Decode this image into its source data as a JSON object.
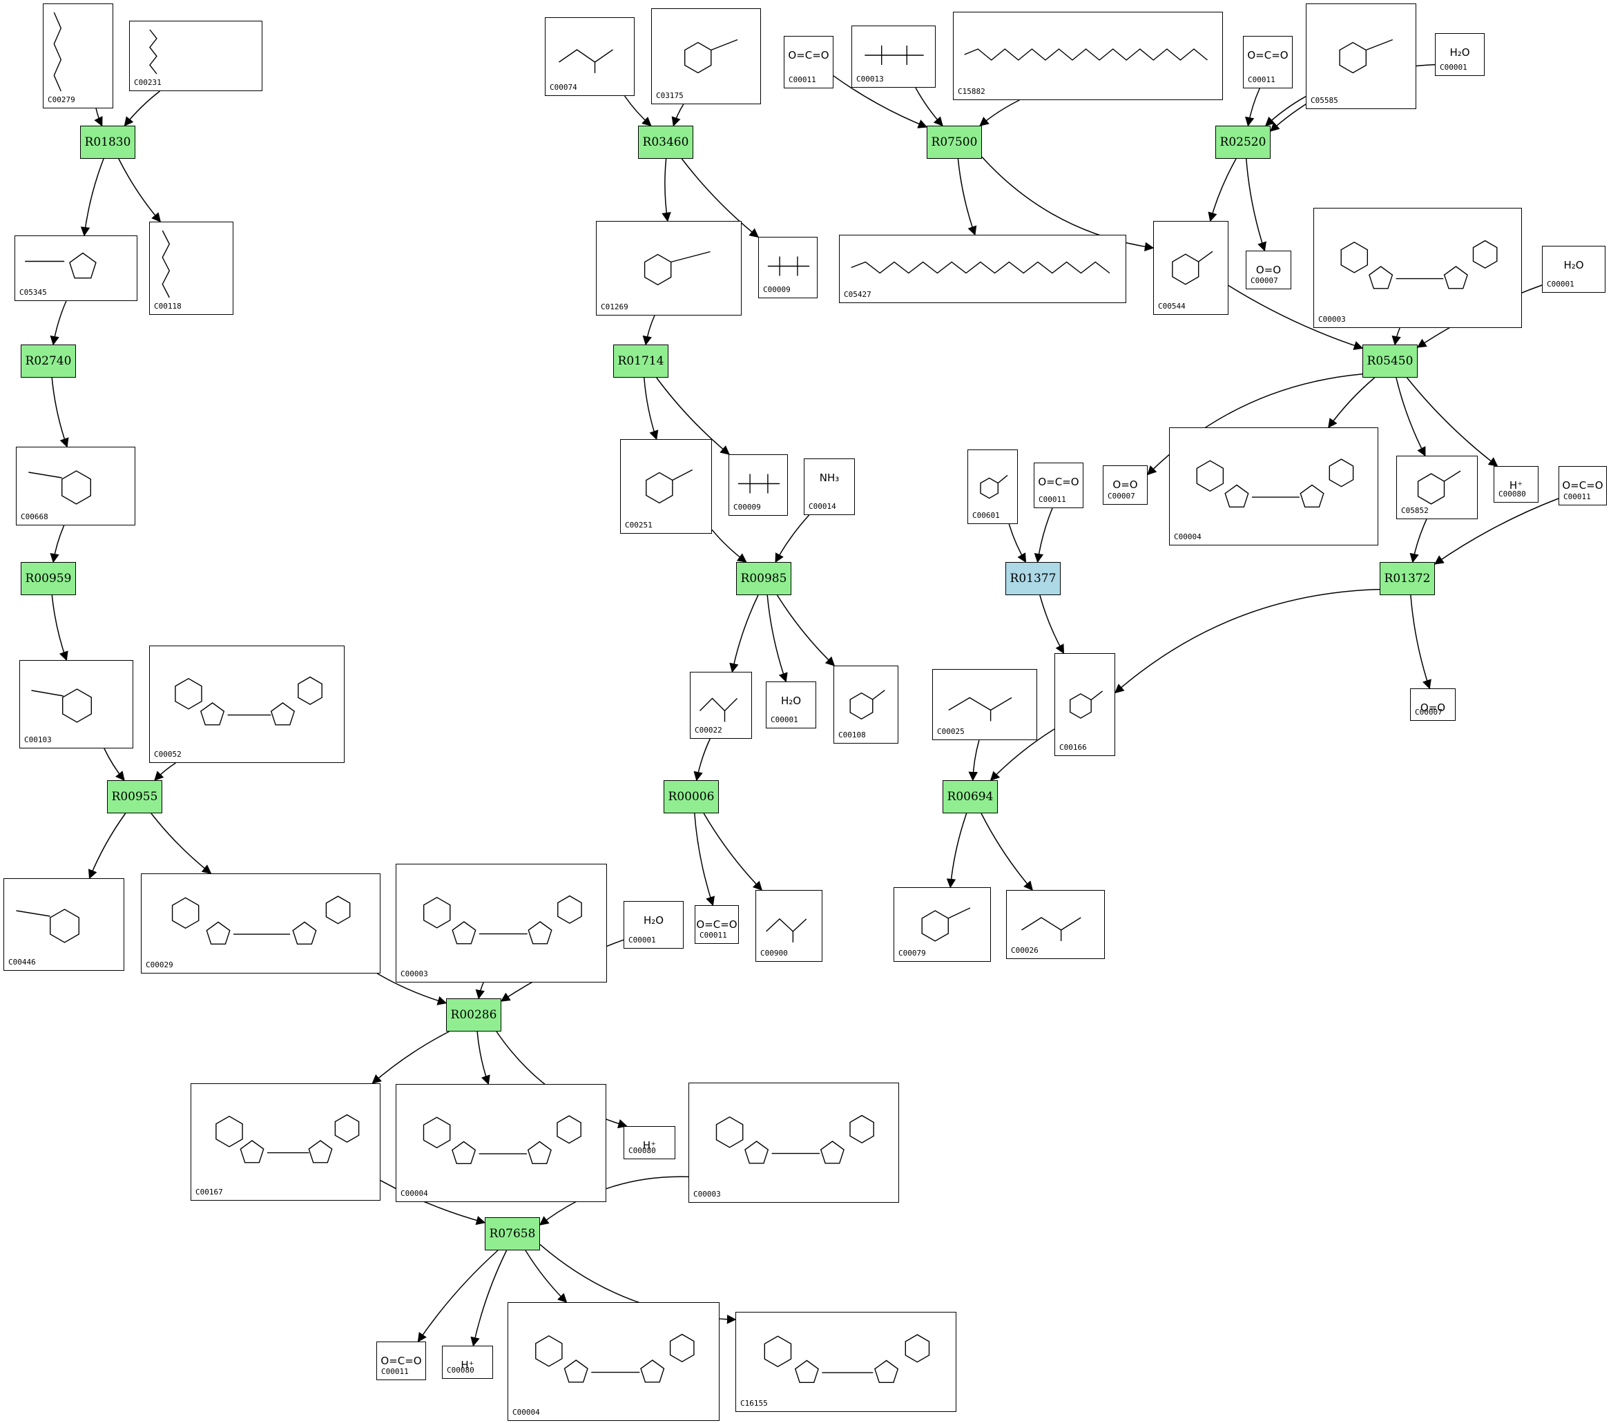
{
  "colors": {
    "reaction_fill": "#90ee90",
    "highlight_fill": "#add8e6",
    "stroke": "#000000"
  },
  "reactions": [
    {
      "id": "R01830"
    },
    {
      "id": "R02740"
    },
    {
      "id": "R00959"
    },
    {
      "id": "R00955"
    },
    {
      "id": "R03460"
    },
    {
      "id": "R01714"
    },
    {
      "id": "R00985"
    },
    {
      "id": "R00006"
    },
    {
      "id": "R00286"
    },
    {
      "id": "R07658"
    },
    {
      "id": "R07500"
    },
    {
      "id": "R02520"
    },
    {
      "id": "R05450"
    },
    {
      "id": "R01377",
      "highlight": true
    },
    {
      "id": "R01372"
    },
    {
      "id": "R00694"
    }
  ],
  "compounds": [
    {
      "key": "c00279",
      "label": "C00279",
      "icon": "sugar-phosphate-chain"
    },
    {
      "key": "c00231",
      "label": "C00231",
      "icon": "sugar-phosphate-chain"
    },
    {
      "key": "c05345",
      "label": "C05345",
      "icon": "furanose-phosphate"
    },
    {
      "key": "c00118",
      "label": "C00118",
      "icon": "glyceraldehyde-phosphate"
    },
    {
      "key": "c00668",
      "label": "C00668",
      "icon": "pyranose-phosphate"
    },
    {
      "key": "c00103",
      "label": "C00103",
      "icon": "pyranose-phosphate"
    },
    {
      "key": "c00052",
      "label": "C00052",
      "icon": "udp-sugar"
    },
    {
      "key": "c00446",
      "label": "C00446",
      "icon": "pyranose-phosphate"
    },
    {
      "key": "c00029",
      "label": "C00029",
      "icon": "udp-sugar"
    },
    {
      "key": "c00003_a",
      "label": "C00003",
      "icon": "nad"
    },
    {
      "key": "c00001_a",
      "label": "C00001",
      "formula": "H₂O"
    },
    {
      "key": "c00167",
      "label": "C00167",
      "icon": "udp-sugar"
    },
    {
      "key": "c00004_a",
      "label": "C00004",
      "icon": "nad"
    },
    {
      "key": "c00080_a",
      "label": "C00080",
      "formula": "H⁺"
    },
    {
      "key": "c00003_b",
      "label": "C00003",
      "icon": "nad"
    },
    {
      "key": "c00011_a",
      "label": "C00011",
      "formula": "O=C=O"
    },
    {
      "key": "c00080_b",
      "label": "C00080",
      "formula": "H⁺"
    },
    {
      "key": "c00004_b",
      "label": "C00004",
      "icon": "nad"
    },
    {
      "key": "c16155",
      "label": "C16155",
      "icon": "udp-sugar"
    },
    {
      "key": "c00074",
      "label": "C00074",
      "icon": "small-acid"
    },
    {
      "key": "c03175",
      "label": "C03175",
      "icon": "ring-acid"
    },
    {
      "key": "c01269",
      "label": "C01269",
      "icon": "ring-acid"
    },
    {
      "key": "c00009_a",
      "label": "C00009",
      "icon": "phosphate"
    },
    {
      "key": "c00251",
      "label": "C00251",
      "icon": "ring-acid"
    },
    {
      "key": "c00009_b",
      "label": "C00009",
      "icon": "phosphate"
    },
    {
      "key": "c00014",
      "label": "C00014",
      "formula": "NH₃"
    },
    {
      "key": "c00022",
      "label": "C00022",
      "icon": "small-acid"
    },
    {
      "key": "c00001_b",
      "label": "C00001",
      "formula": "H₂O"
    },
    {
      "key": "c00108",
      "label": "C00108",
      "icon": "aromatic"
    },
    {
      "key": "c00011_b",
      "label": "C00011",
      "formula": "O=C=O"
    },
    {
      "key": "c00900",
      "label": "C00900",
      "icon": "small-acid"
    },
    {
      "key": "c00011_c",
      "label": "C00011",
      "formula": "O=C=O"
    },
    {
      "key": "c00013",
      "label": "C00013",
      "icon": "diphosphate"
    },
    {
      "key": "c15882",
      "label": "C15882",
      "icon": "long-chain"
    },
    {
      "key": "c05427",
      "label": "C05427",
      "icon": "long-chain"
    },
    {
      "key": "c00011_d",
      "label": "C00011",
      "formula": "O=C=O"
    },
    {
      "key": "c05585",
      "label": "C05585",
      "icon": "aromatic"
    },
    {
      "key": "c00001_c",
      "label": "C00001",
      "formula": "H₂O"
    },
    {
      "key": "c00544",
      "label": "C00544",
      "icon": "aromatic"
    },
    {
      "key": "c00007_a",
      "label": "C00007",
      "formula": "O=O"
    },
    {
      "key": "c00003_c",
      "label": "C00003",
      "icon": "nad"
    },
    {
      "key": "c00001_d",
      "label": "C00001",
      "formula": "H₂O"
    },
    {
      "key": "c00007_b",
      "label": "C00007",
      "formula": "O=O"
    },
    {
      "key": "c00004_c",
      "label": "C00004",
      "icon": "nad"
    },
    {
      "key": "c05852",
      "label": "C05852",
      "icon": "aromatic"
    },
    {
      "key": "c00080_c",
      "label": "C00080",
      "formula": "H⁺"
    },
    {
      "key": "c00601",
      "label": "C00601",
      "icon": "aromatic"
    },
    {
      "key": "c00011_e",
      "label": "C00011",
      "formula": "O=C=O"
    },
    {
      "key": "c00011_f",
      "label": "C00011",
      "formula": "O=C=O"
    },
    {
      "key": "c00007_c",
      "label": "C00007",
      "formula": "O=O"
    },
    {
      "key": "c00025",
      "label": "C00025",
      "icon": "small-acid"
    },
    {
      "key": "c00166",
      "label": "C00166",
      "icon": "aromatic"
    },
    {
      "key": "c00079",
      "label": "C00079",
      "icon": "aromatic"
    },
    {
      "key": "c00026",
      "label": "C00026",
      "icon": "small-acid"
    }
  ],
  "edges": [
    [
      "c00279",
      "R01830"
    ],
    [
      "c00231",
      "R01830"
    ],
    [
      "R01830",
      "c05345"
    ],
    [
      "R01830",
      "c00118"
    ],
    [
      "c05345",
      "R02740"
    ],
    [
      "R02740",
      "c00668"
    ],
    [
      "c00668",
      "R00959"
    ],
    [
      "R00959",
      "c00103"
    ],
    [
      "c00103",
      "R00955"
    ],
    [
      "c00052",
      "R00955"
    ],
    [
      "R00955",
      "c00446"
    ],
    [
      "R00955",
      "c00029"
    ],
    [
      "c00029",
      "R00286"
    ],
    [
      "c00003_a",
      "R00286"
    ],
    [
      "c00001_a",
      "R00286"
    ],
    [
      "R00286",
      "c00167"
    ],
    [
      "R00286",
      "c00004_a"
    ],
    [
      "R00286",
      "c00080_a"
    ],
    [
      "c00167",
      "R07658"
    ],
    [
      "c00003_b",
      "R07658"
    ],
    [
      "R07658",
      "c00011_a"
    ],
    [
      "R07658",
      "c00080_b"
    ],
    [
      "R07658",
      "c00004_b"
    ],
    [
      "R07658",
      "c16155"
    ],
    [
      "c00074",
      "R03460"
    ],
    [
      "c03175",
      "R03460"
    ],
    [
      "R03460",
      "c01269"
    ],
    [
      "R03460",
      "c00009_a"
    ],
    [
      "c01269",
      "R01714"
    ],
    [
      "R01714",
      "c00251"
    ],
    [
      "R01714",
      "c00009_b"
    ],
    [
      "c00251",
      "R00985"
    ],
    [
      "c00014",
      "R00985"
    ],
    [
      "R00985",
      "c00022"
    ],
    [
      "R00985",
      "c00001_b"
    ],
    [
      "R00985",
      "c00108"
    ],
    [
      "c00022",
      "R00006"
    ],
    [
      "R00006",
      "c00011_b"
    ],
    [
      "R00006",
      "c00900"
    ],
    [
      "c00011_c",
      "R07500"
    ],
    [
      "c00013",
      "R07500"
    ],
    [
      "c15882",
      "R07500"
    ],
    [
      "R07500",
      "c05427"
    ],
    [
      "R07500",
      "c00544"
    ],
    [
      "c00011_d",
      "R02520"
    ],
    [
      "c05585",
      "R02520"
    ],
    [
      "c00001_c",
      "R02520"
    ],
    [
      "R02520",
      "c00544"
    ],
    [
      "R02520",
      "c00007_a"
    ],
    [
      "c00544",
      "R05450"
    ],
    [
      "c00003_c",
      "R05450"
    ],
    [
      "c00001_d",
      "R05450"
    ],
    [
      "R05450",
      "c00007_b"
    ],
    [
      "R05450",
      "c00004_c"
    ],
    [
      "R05450",
      "c05852"
    ],
    [
      "R05450",
      "c00080_c"
    ],
    [
      "c00601",
      "R01377"
    ],
    [
      "c00011_e",
      "R01377"
    ],
    [
      "R01377",
      "c00166"
    ],
    [
      "c05852",
      "R01372"
    ],
    [
      "c00011_f",
      "R01372"
    ],
    [
      "R01372",
      "c00166"
    ],
    [
      "R01372",
      "c00007_c"
    ],
    [
      "c00025",
      "R00694"
    ],
    [
      "c00166",
      "R00694"
    ],
    [
      "R00694",
      "c00079"
    ],
    [
      "R00694",
      "c00026"
    ]
  ]
}
